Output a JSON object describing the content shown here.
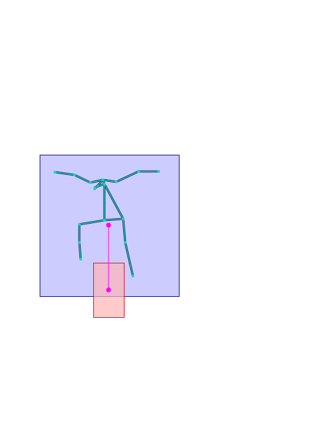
{
  "scene": {
    "background_color": "#ffffff",
    "pose_box": {
      "fill": "#ccccff",
      "stroke": "#1a1a99"
    },
    "target_box": {
      "fill": "#ffb3b3",
      "fill_opacity": 0.7,
      "stroke": "#e01b24"
    },
    "skeleton": {
      "outline_color": "#1f3b4d",
      "line_color": "#19d3d3",
      "joint_color": "#19d3d3",
      "joint_count": 17,
      "bone_count": 16
    },
    "indicator": {
      "color": "#ff00ff",
      "shape": "vertical line with two dot endpoints"
    }
  }
}
